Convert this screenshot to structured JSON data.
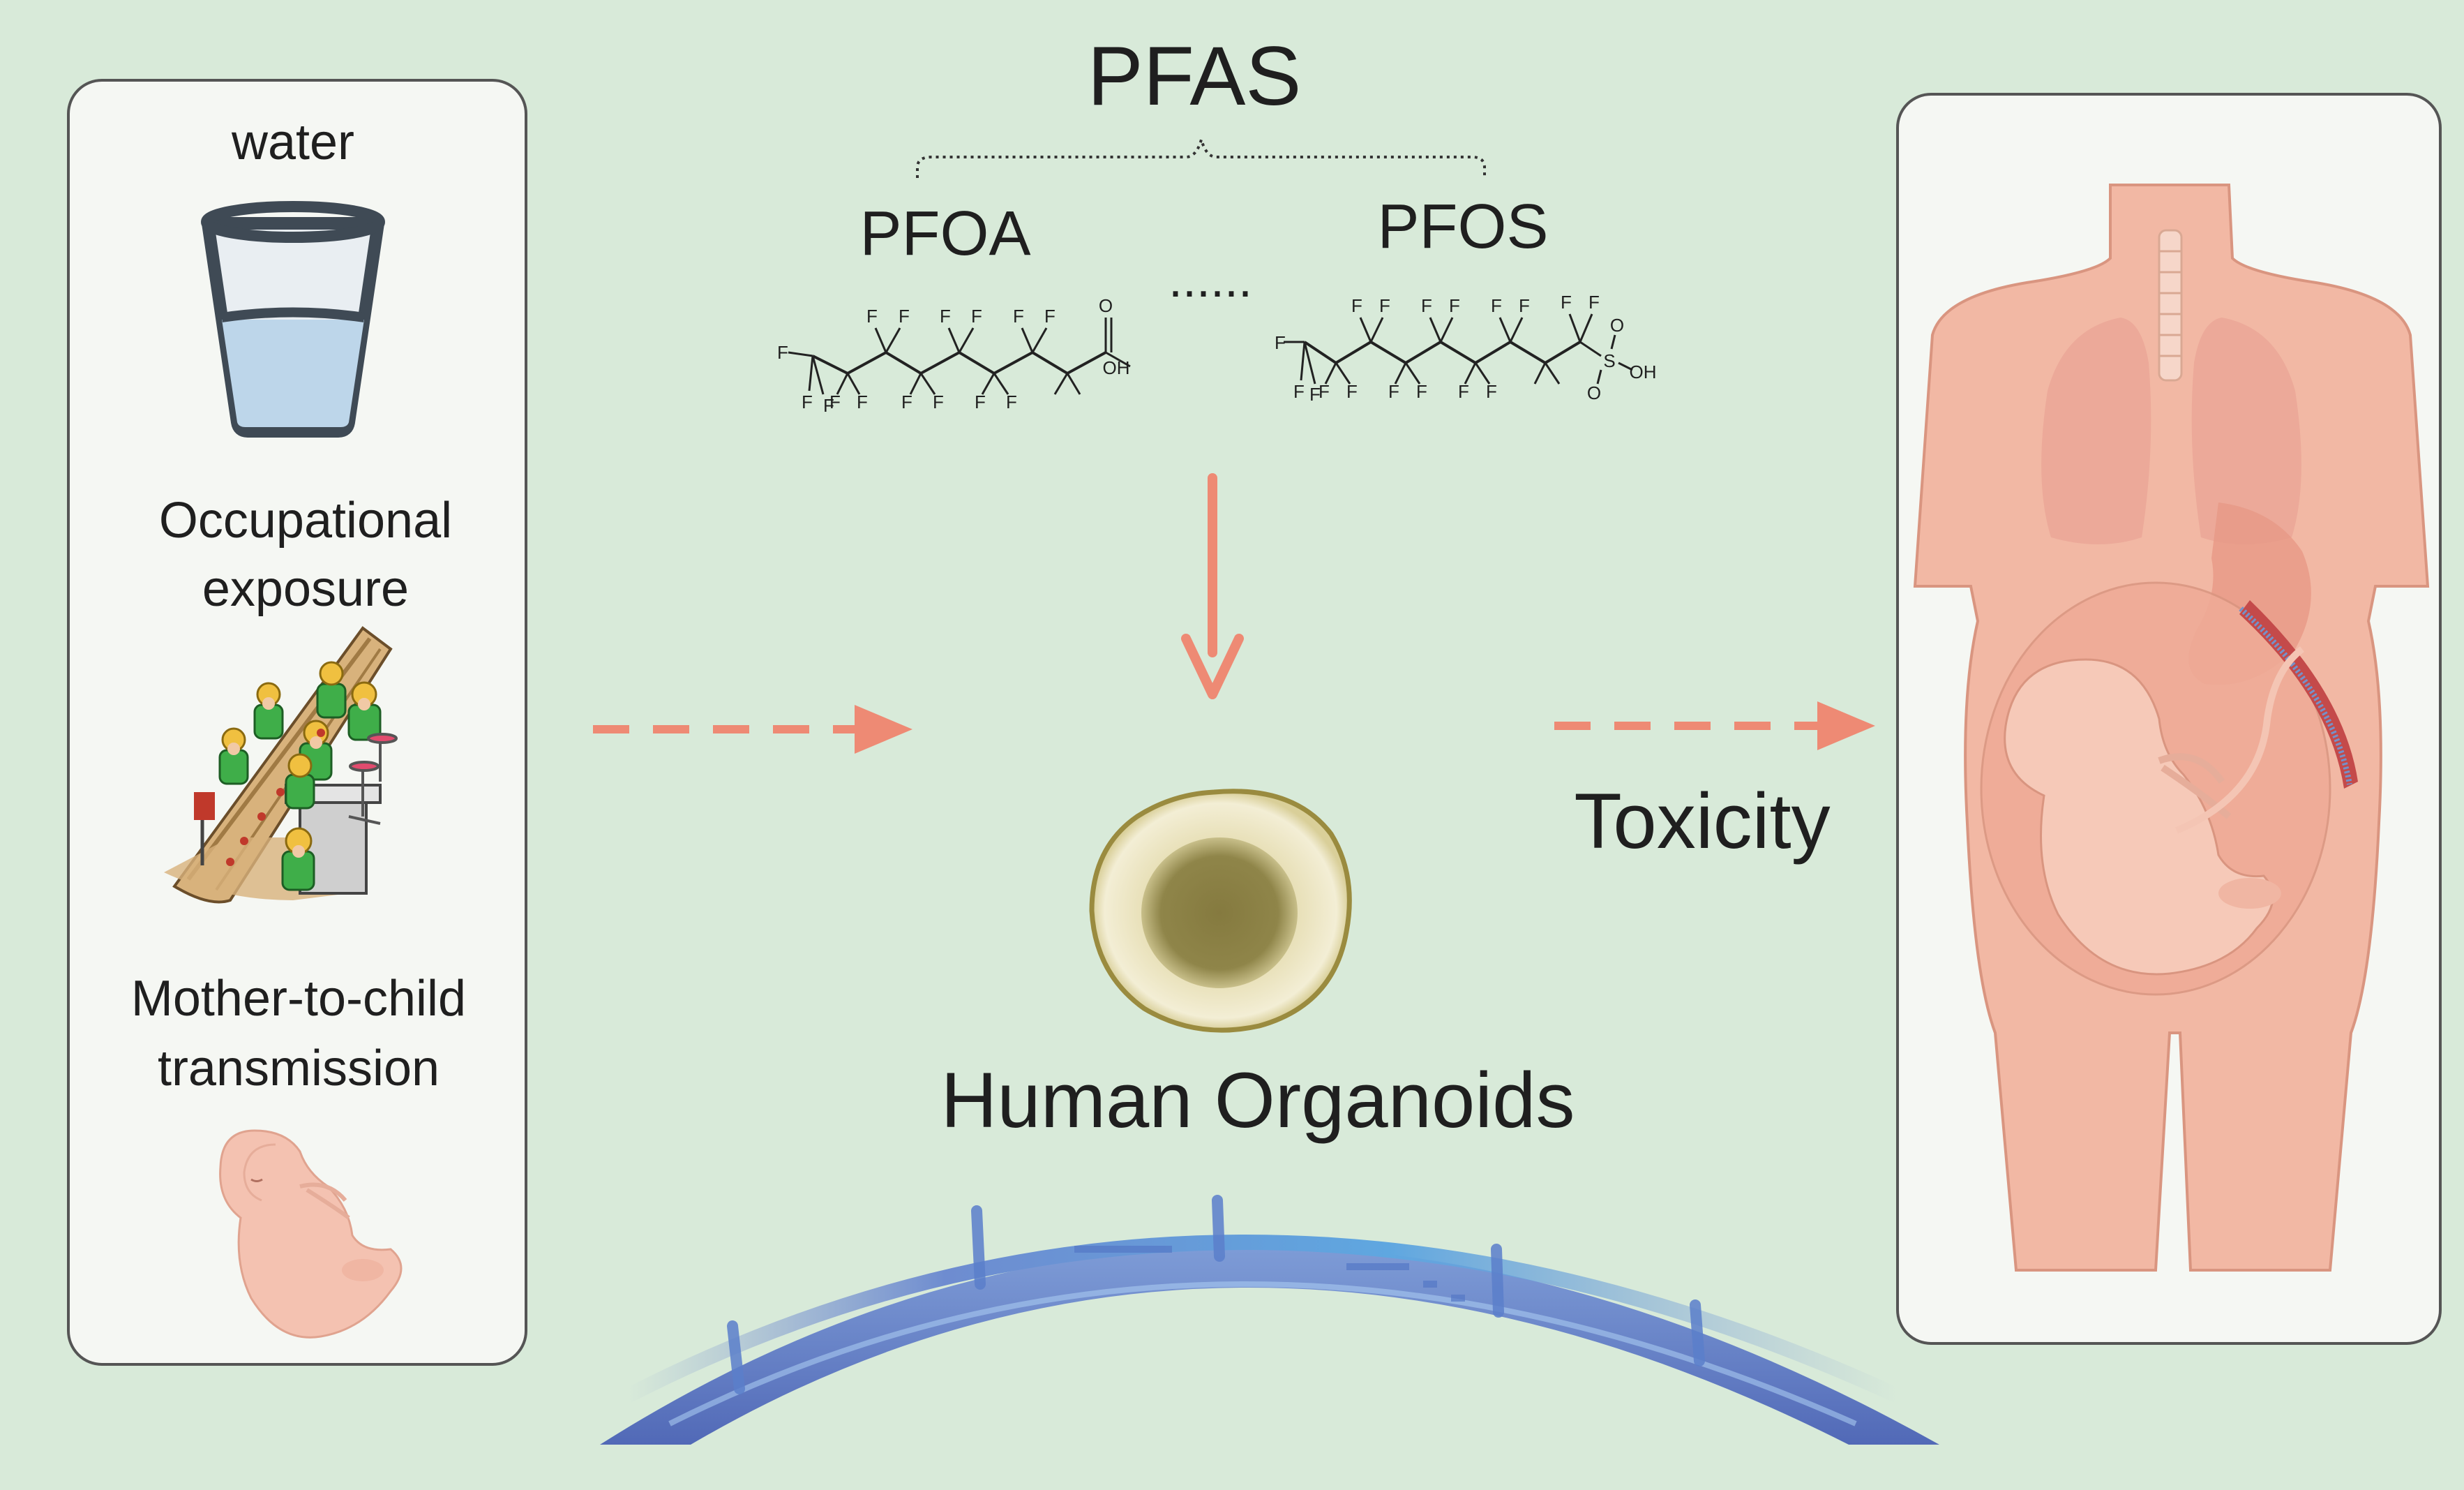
{
  "title": "PFAS",
  "compounds": [
    {
      "label": "PFOA",
      "f_atoms": [
        "F",
        "F",
        "F",
        "F",
        "F",
        "F",
        "F",
        "F",
        "F",
        "F",
        "F",
        "F",
        "F",
        "F",
        "F"
      ],
      "groups": [
        "O",
        "OH"
      ]
    },
    {
      "label": "PFOS",
      "f_atoms": [
        "F",
        "F",
        "F",
        "F",
        "F",
        "F",
        "F",
        "F",
        "F",
        "F",
        "F",
        "F",
        "F",
        "F",
        "F",
        "F",
        "F"
      ],
      "groups": [
        "O",
        "S",
        "O",
        "OH"
      ]
    }
  ],
  "ellipsis": "......",
  "sources": {
    "water": "water",
    "occupational_line1": "Occupational",
    "occupational_line2": "exposure",
    "mother_line1": "Mother-to-child",
    "mother_line2": "transmission"
  },
  "center_label": "Human Organoids",
  "effect_label": "Toxicity",
  "colors": {
    "background": "#d8ead9",
    "panel": "#f5f7f3",
    "arrow": "#ee8a74",
    "organoid_core": "#8f8549",
    "skin": "#f2b8a4"
  }
}
